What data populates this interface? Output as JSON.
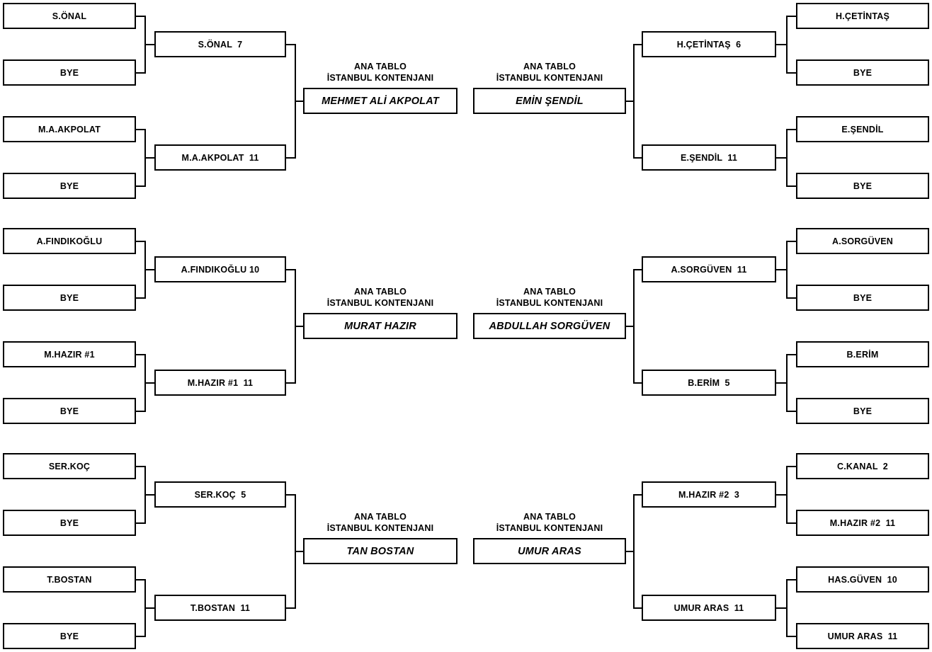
{
  "table_label": {
    "line1": "ANA TABLO",
    "line2": "İSTANBUL KONTENJANI"
  },
  "brackets": [
    {
      "id": "top-left",
      "round1": [
        "S.ÖNAL",
        "BYE",
        "M.A.AKPOLAT",
        "BYE"
      ],
      "round2": [
        "S.ÖNAL  7",
        "M.A.AKPOLAT  11"
      ],
      "winner": "MEHMET ALİ AKPOLAT"
    },
    {
      "id": "top-right",
      "round1": [
        "H.ÇETİNTAŞ",
        "BYE",
        "E.ŞENDİL",
        "BYE"
      ],
      "round2": [
        "H.ÇETİNTAŞ  6",
        "E.ŞENDİL  11"
      ],
      "winner": "EMİN ŞENDİL"
    },
    {
      "id": "middle-left",
      "round1": [
        "A.FINDIKOĞLU",
        "BYE",
        "M.HAZIR #1",
        "BYE"
      ],
      "round2": [
        "A.FINDIKOĞLU 10",
        "M.HAZIR #1  11"
      ],
      "winner": "MURAT HAZIR"
    },
    {
      "id": "middle-right",
      "round1": [
        "A.SORGÜVEN",
        "BYE",
        "B.ERİM",
        "BYE"
      ],
      "round2": [
        "A.SORGÜVEN  11",
        "B.ERİM  5"
      ],
      "winner": "ABDULLAH SORGÜVEN"
    },
    {
      "id": "bottom-left",
      "round1": [
        "SER.KOÇ",
        "BYE",
        "T.BOSTAN",
        "BYE"
      ],
      "round2": [
        "SER.KOÇ  5",
        "T.BOSTAN  11"
      ],
      "winner": "TAN BOSTAN"
    },
    {
      "id": "bottom-right",
      "round1": [
        "C.KANAL  2",
        "M.HAZIR #2  11",
        "HAS.GÜVEN  10",
        "UMUR ARAS  11"
      ],
      "round2": [
        "M.HAZIR #2  3",
        "UMUR ARAS  11"
      ],
      "winner": "UMUR ARAS"
    }
  ],
  "colors": {
    "border": "#000000",
    "background": "#ffffff",
    "text": "#000000"
  }
}
